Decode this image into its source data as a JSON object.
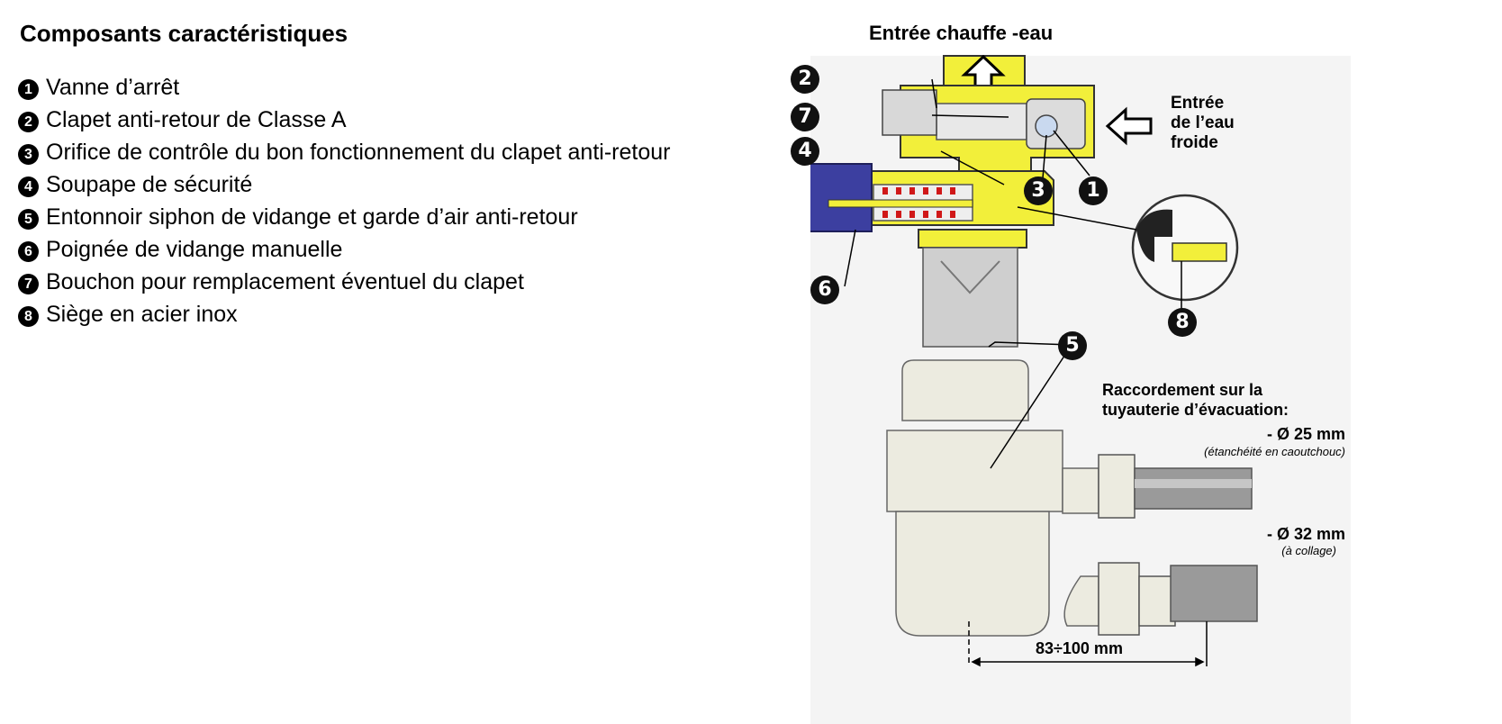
{
  "legend": {
    "title": "Composants caractéristiques",
    "items": [
      {
        "num": "1",
        "label": "Vanne d’arrêt"
      },
      {
        "num": "2",
        "label": "Clapet anti-retour de Classe A"
      },
      {
        "num": "3",
        "label": "Orifice de contrôle du bon fonctionnement du clapet anti-retour"
      },
      {
        "num": "4",
        "label": "Soupape de sécurité"
      },
      {
        "num": "5",
        "label": "Entonnoir siphon de vidange et garde d’air anti-retour"
      },
      {
        "num": "6",
        "label": "Poignée de vidange manuelle"
      },
      {
        "num": "7",
        "label": "Bouchon pour remplacement éventuel du clapet"
      },
      {
        "num": "8",
        "label": "Siège en acier inox"
      }
    ]
  },
  "diagram": {
    "header": "Entrée chauffe -eau",
    "cold_inlet": [
      "Entrée",
      "de l’eau",
      "froide"
    ],
    "raccordement": [
      "Raccordement sur la",
      "tuyauterie d’évacuation:"
    ],
    "option_25": "- Ø 25 mm",
    "option_25_note": "(étanchéité en caoutchouc)",
    "option_32": "- Ø 32 mm",
    "option_32_note": "(à collage)",
    "dimension": "83÷100 mm",
    "callouts": [
      "1",
      "2",
      "3",
      "4",
      "5",
      "6",
      "7",
      "8"
    ],
    "colors": {
      "brass": "#f2ef3a",
      "knob": "#3c3fa0",
      "plastic": "#ecebe0",
      "spring": "#d01818"
    }
  }
}
